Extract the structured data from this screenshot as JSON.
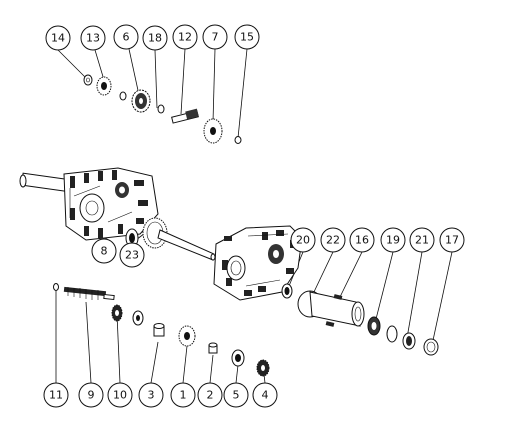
{
  "callouts": [
    "14",
    "13",
    "6",
    "18",
    "12",
    "7",
    "15",
    "8",
    "23",
    "20",
    "22",
    "16",
    "19",
    "21",
    "17",
    "11",
    "9",
    "10",
    "3",
    "1",
    "2",
    "5",
    "4"
  ]
}
